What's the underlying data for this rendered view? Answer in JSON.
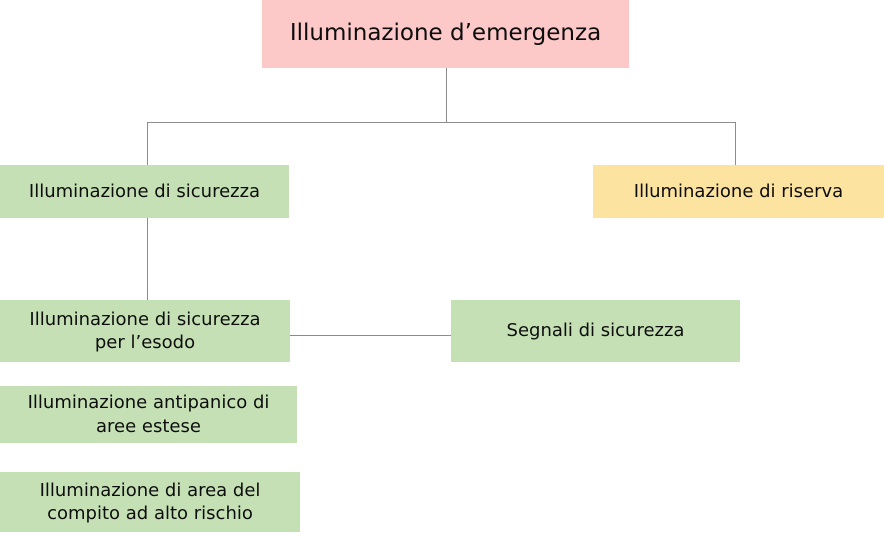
{
  "diagram": {
    "title": "Illuminazione d'emergenza",
    "type": "tree-hierarchy",
    "palette": {
      "root_fill": "#fcc8c8",
      "safety_fill": "#c5e0b4",
      "standby_fill": "#fce3a0",
      "connector": "#8c8c8c",
      "text": "#0d0d0d",
      "background": "#ffffff"
    },
    "nodes": {
      "root": {
        "label": "Illuminazione d’emergenza",
        "fill": "#fcc8c8"
      },
      "sicurezza": {
        "label": "Illuminazione di sicurezza",
        "fill": "#c5e0b4"
      },
      "riserva": {
        "label": "Illuminazione di riserva",
        "fill": "#fce3a0"
      },
      "esodo": {
        "label": "Illuminazione di sicurezza\nper l’esodo",
        "fill": "#c5e0b4"
      },
      "segnali": {
        "label": "Segnali di sicurezza",
        "fill": "#c5e0b4"
      },
      "antipanico": {
        "label": "Illuminazione antipanico di\naree estese",
        "fill": "#c5e0b4"
      },
      "alto_rischio": {
        "label": "Illuminazione di area del\ncompito ad alto rischio",
        "fill": "#c5e0b4"
      }
    },
    "edges": [
      {
        "from": "root",
        "to": "sicurezza"
      },
      {
        "from": "root",
        "to": "riserva"
      },
      {
        "from": "sicurezza",
        "to": "esodo"
      },
      {
        "from": "esodo",
        "to": "segnali"
      }
    ]
  }
}
